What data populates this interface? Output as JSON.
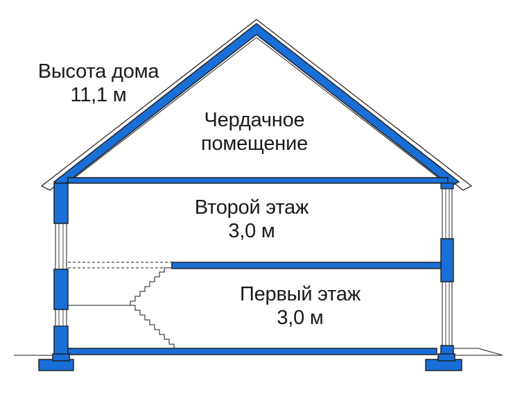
{
  "house": {
    "height_label": "Высота дома",
    "height_value": "11,1 м"
  },
  "attic": {
    "line1": "Чердачное",
    "line2": "помещение"
  },
  "second_floor": {
    "name": "Второй этаж",
    "height": "3,0 м"
  },
  "first_floor": {
    "name": "Первый этаж",
    "height": "3,0 м"
  },
  "colors": {
    "structure_blue": "#1a6fd6",
    "outline": "#1a1a1a",
    "background": "#ffffff"
  }
}
